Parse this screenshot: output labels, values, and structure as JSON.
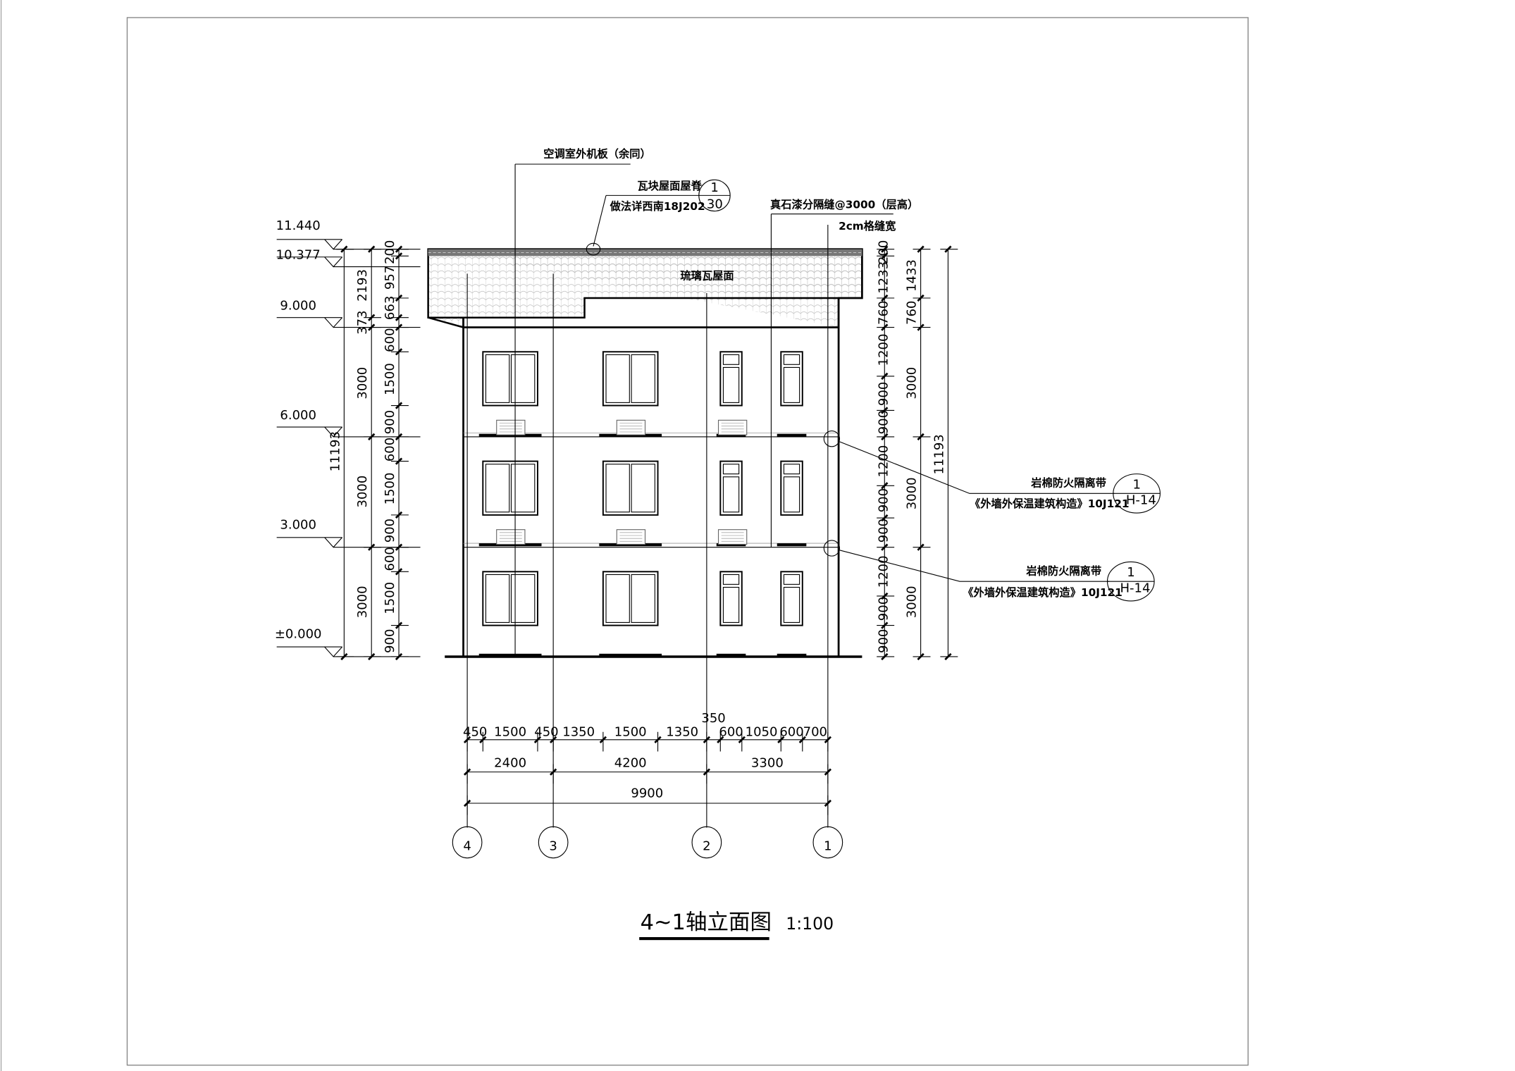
{
  "title": "4~1轴立面图",
  "scale": "1:100",
  "annotations": {
    "ac_board": "空调室外机板（余同）",
    "ridge_line1": "瓦块屋面屋脊",
    "ridge_line2": "做法详西南18J202",
    "ridge_ref_top": "1",
    "ridge_ref_bottom": "30",
    "joint_line1": "真石漆分隔缝@3000（层高）",
    "joint_line2": "2cm格缝宽",
    "roof_label": "琉璃瓦屋面",
    "fire_band_1": "岩棉防火隔离带",
    "fire_band_1_ref": "《外墙外保温建筑构造》10J121",
    "fire_band_1_top": "1",
    "fire_band_1_bottom": "H-14",
    "fire_band_2": "岩棉防火隔离带",
    "fire_band_2_ref": "《外墙外保温建筑构造》10J121",
    "fire_band_2_top": "1",
    "fire_band_2_bottom": "H-14"
  },
  "elevations": [
    "11.440",
    "10.377",
    "9.000",
    "6.000",
    "3.000",
    "±0.000"
  ],
  "left_dims": {
    "a": [
      "200",
      "957",
      "663",
      "600",
      "1500",
      "900",
      "600",
      "1500",
      "900",
      "600",
      "1500",
      "900"
    ],
    "b": [
      "2193",
      "373",
      "3000",
      "3000",
      "3000"
    ],
    "c": [
      "11193"
    ]
  },
  "right_dims": {
    "a": [
      "200",
      "1233",
      "760",
      "1200",
      "900",
      "900",
      "1200",
      "900",
      "900",
      "1200",
      "900",
      "900"
    ],
    "b": [
      "1433",
      "760",
      "3000",
      "3000",
      "3000"
    ],
    "c": [
      "11193"
    ]
  },
  "bottom_dims": {
    "row1": [
      "450",
      "1500",
      "450",
      "1350",
      "1500",
      "1350",
      "350",
      "600",
      "1050",
      "600",
      "700"
    ],
    "row2": [
      "2400",
      "4200",
      "3300"
    ],
    "row3": [
      "9900"
    ]
  },
  "axes": [
    "4",
    "3",
    "2",
    "1"
  ]
}
